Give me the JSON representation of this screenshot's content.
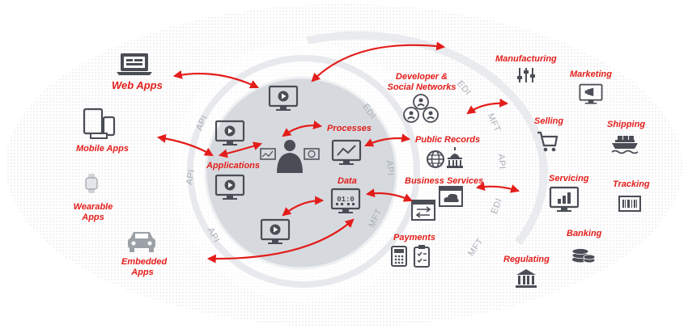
{
  "colors": {
    "accent": "#e31d1a",
    "icon": "#4a4d55",
    "ring": "#e3e6ea",
    "hub": "#d5d9df",
    "dots": "#e6e6e6"
  },
  "left_endpoints": {
    "web_apps": "Web Apps",
    "mobile_apps": "Mobile Apps",
    "wearable_apps": "Wearable Apps",
    "embedded_apps": "Embedded Apps"
  },
  "hub": {
    "applications": "Applications",
    "processes": "Processes",
    "data": "Data"
  },
  "right_endpoints": {
    "developer_social": "Developer & Social Networks",
    "public_records": "Public Records",
    "business_services": "Business Services",
    "payments": "Payments",
    "manufacturing": "Manufacturing",
    "marketing": "Marketing",
    "selling": "Selling",
    "shipping": "Shipping",
    "servicing": "Servicing",
    "tracking": "Tracking",
    "banking": "Banking",
    "regulating": "Regulating"
  },
  "protocols": {
    "api": "API",
    "edi": "EDI",
    "mft": "MFT"
  },
  "icons": [
    "laptop-icon",
    "tablet-phone-icon",
    "smartwatch-icon",
    "car-icon",
    "monitor-video-icon",
    "worker-icon",
    "chart-monitor-icon",
    "data-monitor-icon",
    "social-network-icon",
    "globe-icon",
    "capitol-icon",
    "transfer-window-icon",
    "cloud-window-icon",
    "calculator-icon",
    "clipboard-icon",
    "sliders-icon",
    "ad-monitor-icon",
    "cart-icon",
    "ship-icon",
    "dashboard-icon",
    "barcode-icon",
    "coins-icon",
    "bank-icon"
  ]
}
